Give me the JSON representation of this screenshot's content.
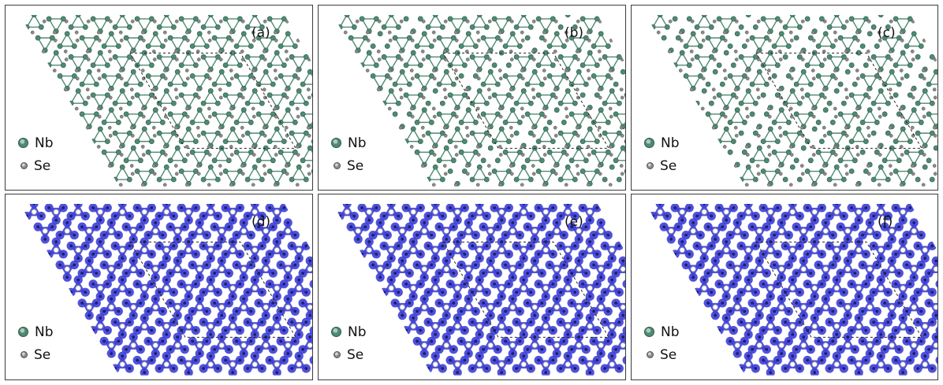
{
  "colors": {
    "nb": "#4f8a72",
    "nb_light": "#a9ccbd",
    "se": "#8a8a8a",
    "bond": "#4f8a72",
    "charge": "#3d3fd6",
    "cell": "#222222",
    "frame": "#3c3c3c"
  },
  "legend": {
    "nb_label": "Nb",
    "se_label": "Se"
  },
  "panels": [
    {
      "tag": "(a)",
      "kind": "structure",
      "charge": false
    },
    {
      "tag": "(b)",
      "kind": "structure",
      "charge": false
    },
    {
      "tag": "(c)",
      "kind": "structure",
      "charge": false
    },
    {
      "tag": "(d)",
      "kind": "charge-density",
      "charge": true
    },
    {
      "tag": "(e)",
      "kind": "charge-density",
      "charge": true
    },
    {
      "tag": "(f)",
      "kind": "charge-density",
      "charge": true
    }
  ]
}
